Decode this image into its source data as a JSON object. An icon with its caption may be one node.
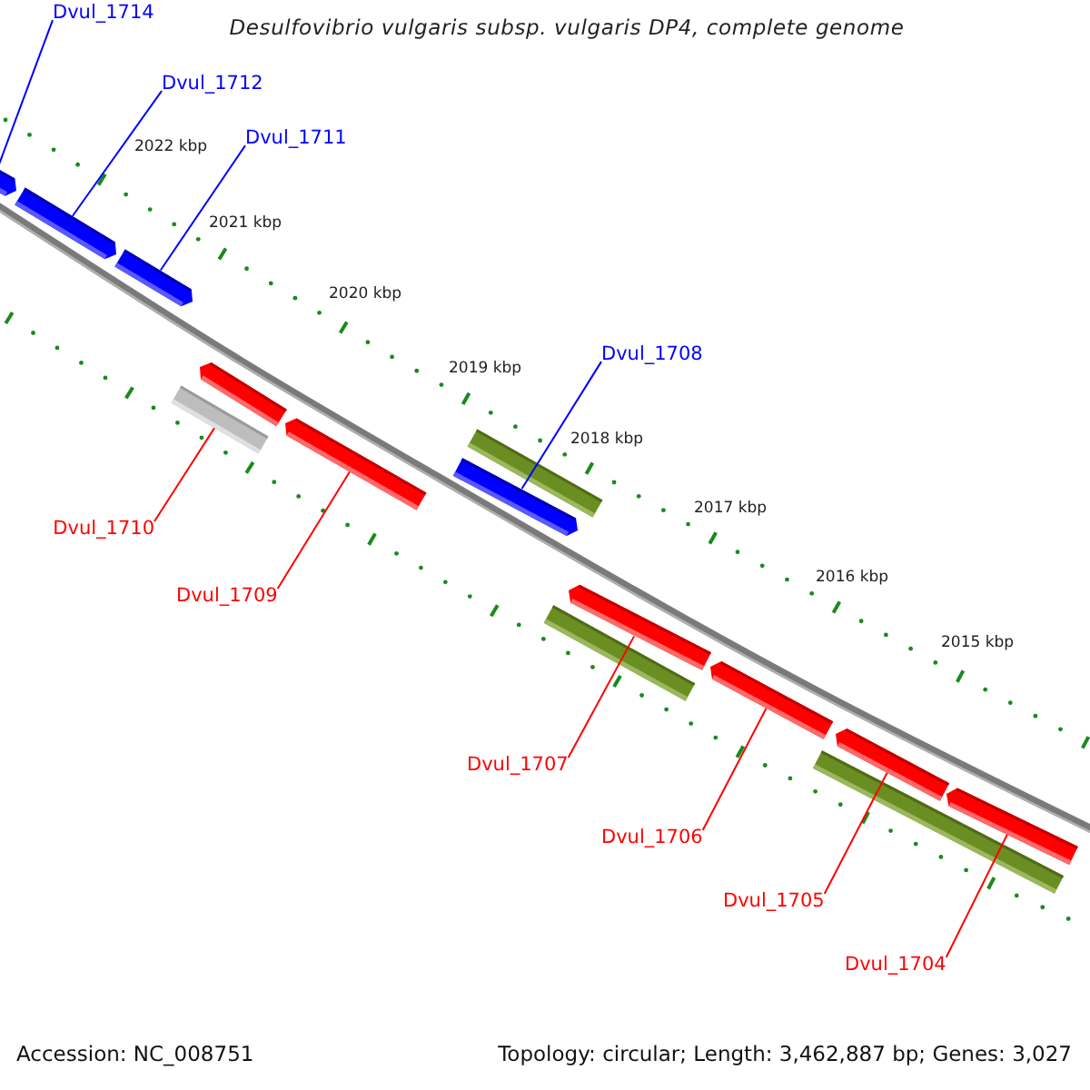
{
  "diagram": {
    "title": "Desulfovibrio vulgaris subsp. vulgaris DP4, complete genome",
    "nodes": [
      {
        "text": [
          "Dvul_1714"
        ]
      },
      {
        "text": [
          "Dvul_1712"
        ]
      },
      {
        "text": [
          "Dvul_1711"
        ]
      },
      {
        "text": [],
        "shape": "arrow"
      },
      {
        "text": [],
        "shape": "arrow"
      },
      {
        "text": [],
        "shape": "arrow"
      },
      {
        "text": [
          "Dvul_1708"
        ]
      },
      {
        "text": [],
        "shape": "arrow"
      },
      {
        "text": [],
        "shape": "box"
      },
      {
        "text": [],
        "shape": "arrow"
      },
      {
        "text": [],
        "shape": "box"
      },
      {
        "text": [],
        "shape": "arrow"
      },
      {
        "text": [
          "Dvul_1710"
        ]
      },
      {
        "text": [
          "Dvul_1709"
        ]
      },
      {
        "text": [],
        "shape": "arrow"
      },
      {
        "text": [],
        "shape": "box"
      },
      {
        "text": [],
        "shape": "arrow"
      },
      {
        "text": [],
        "shape": "arrow"
      },
      {
        "text": [],
        "shape": "arrow"
      },
      {
        "text": [],
        "shape": "box"
      },
      {
        "text": [
          "Dvul_1707"
        ]
      },
      {
        "text": [
          "Dvul_1706"
        ]
      },
      {
        "text": [
          "Dvul_1705"
        ]
      },
      {
        "text": [
          "Dvul_1704"
        ]
      }
    ],
    "edges": [
      {
        "from": 0,
        "to": 3,
        "arrow": "none",
        "color": "#0000ff"
      },
      {
        "from": 1,
        "to": 4,
        "arrow": "none",
        "color": "#0000ff"
      },
      {
        "from": 2,
        "to": 5,
        "arrow": "none",
        "color": "#0000ff"
      },
      {
        "from": 6,
        "to": 11,
        "arrow": "none",
        "color": "#0000ff"
      },
      {
        "from": 12,
        "to": 8,
        "arrow": "none"
      },
      {
        "from": 13,
        "to": 9,
        "arrow": "none"
      },
      {
        "from": 20,
        "to": 14,
        "arrow": "none"
      },
      {
        "from": 21,
        "to": 16,
        "arrow": "none"
      },
      {
        "from": 22,
        "to": 17,
        "arrow": "none"
      },
      {
        "from": 23,
        "to": 18,
        "arrow": "none"
      }
    ],
    "labels": [
      "2022 kbp",
      "2021 kbp",
      "2020 kbp",
      "2019 kbp",
      "2018 kbp",
      "2017 kbp",
      "2016 kbp",
      "2015 kbp",
      "Accession: NC_008751",
      "Topology: circular; Length: 3,462,887 bp; Genes: 3,027"
    ]
  }
}
